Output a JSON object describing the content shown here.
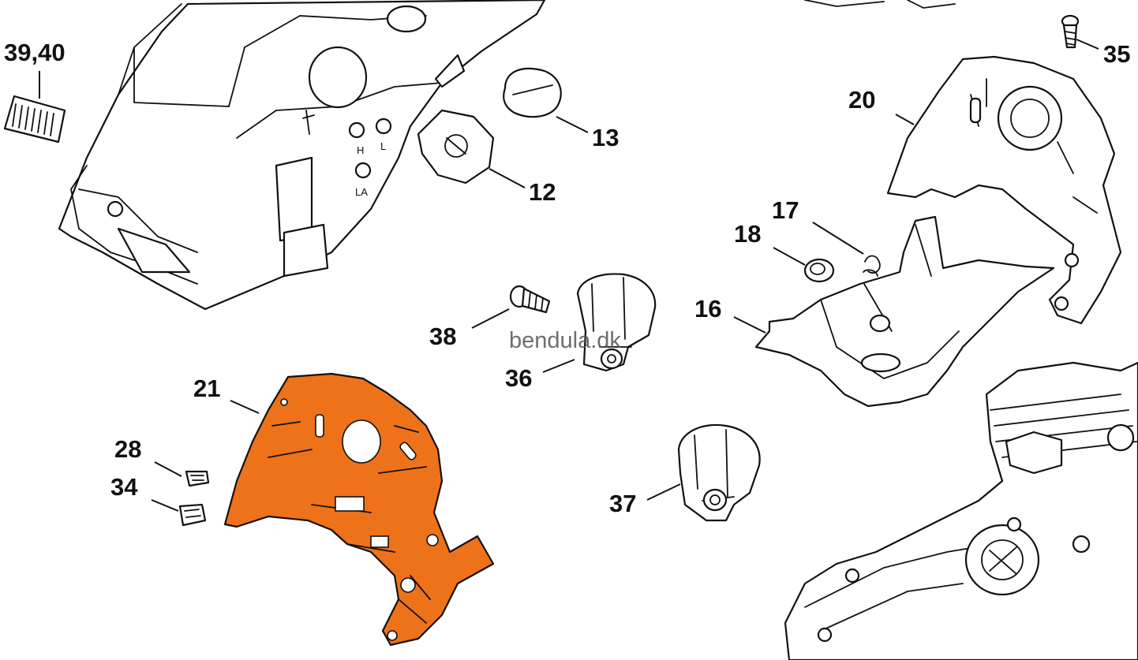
{
  "watermark": "bendula.dk",
  "highlight_color": "#ee7219",
  "callouts": {
    "p3940": "39,40",
    "p35": "35",
    "p13": "13",
    "p20": "20",
    "p12": "12",
    "p17": "17",
    "p18": "18",
    "p16": "16",
    "p38": "38",
    "p36": "36",
    "p21": "21",
    "p28": "28",
    "p34": "34",
    "p37": "37"
  },
  "housing_marks": {
    "h": "H",
    "l": "L",
    "la": "LA"
  }
}
